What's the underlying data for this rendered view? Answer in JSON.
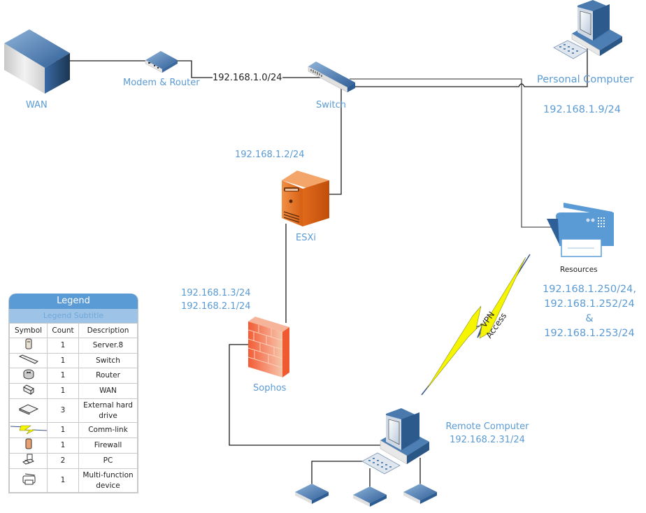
{
  "nodes": {
    "wan": {
      "label": "WAN"
    },
    "modem_router": {
      "label": "Modem & Router"
    },
    "switch": {
      "label": "Switch"
    },
    "personal_computer": {
      "label": "Personal Computer",
      "ip": "192.168.1.9/24"
    },
    "esxi": {
      "label": "ESXi",
      "ip": "192.168.1.2/24"
    },
    "resources": {
      "label": "Resources",
      "ip_line1": "192.168.1.250/24,",
      "ip_line2": "192.168.1.252/24",
      "ip_line3": "&",
      "ip_line4": "192.168.1.253/24"
    },
    "sophos": {
      "label": "Sophos",
      "ip_line1": "192.168.1.3/24",
      "ip_line2": "192.168.2.1/24"
    },
    "remote_computer": {
      "label": "Remote Computer",
      "ip": "192.168.2.31/24"
    }
  },
  "links": {
    "lan_subnet_label": "192.168.1.0/24",
    "vpn_label_line1": "VPN",
    "vpn_label_line2": "Access"
  },
  "colors": {
    "label_blue": "#5b9bd5",
    "legend_header": "#5b9bd5",
    "legend_subtitle_band": "#9dc3e6",
    "server_orange": "#e0702a",
    "firewall_red": "#f26a45",
    "vpn_bolt": "#f5f500"
  },
  "legend": {
    "title": "Legend",
    "subtitle": "Legend Subtitle",
    "columns": [
      "Symbol",
      "Count",
      "Description"
    ],
    "rows": [
      {
        "icon": "server-icon",
        "count": "1",
        "description": "Server.8"
      },
      {
        "icon": "switch-icon",
        "count": "1",
        "description": "Switch"
      },
      {
        "icon": "router-icon",
        "count": "1",
        "description": "Router"
      },
      {
        "icon": "wan-icon",
        "count": "1",
        "description": "WAN"
      },
      {
        "icon": "external-drive-icon",
        "count": "3",
        "description": "External hard drive"
      },
      {
        "icon": "comm-link-icon",
        "count": "1",
        "description": "Comm-link"
      },
      {
        "icon": "firewall-icon",
        "count": "1",
        "description": "Firewall"
      },
      {
        "icon": "pc-icon",
        "count": "2",
        "description": "PC"
      },
      {
        "icon": "multifunction-device-icon",
        "count": "1",
        "description": "Multi-function device"
      }
    ]
  }
}
